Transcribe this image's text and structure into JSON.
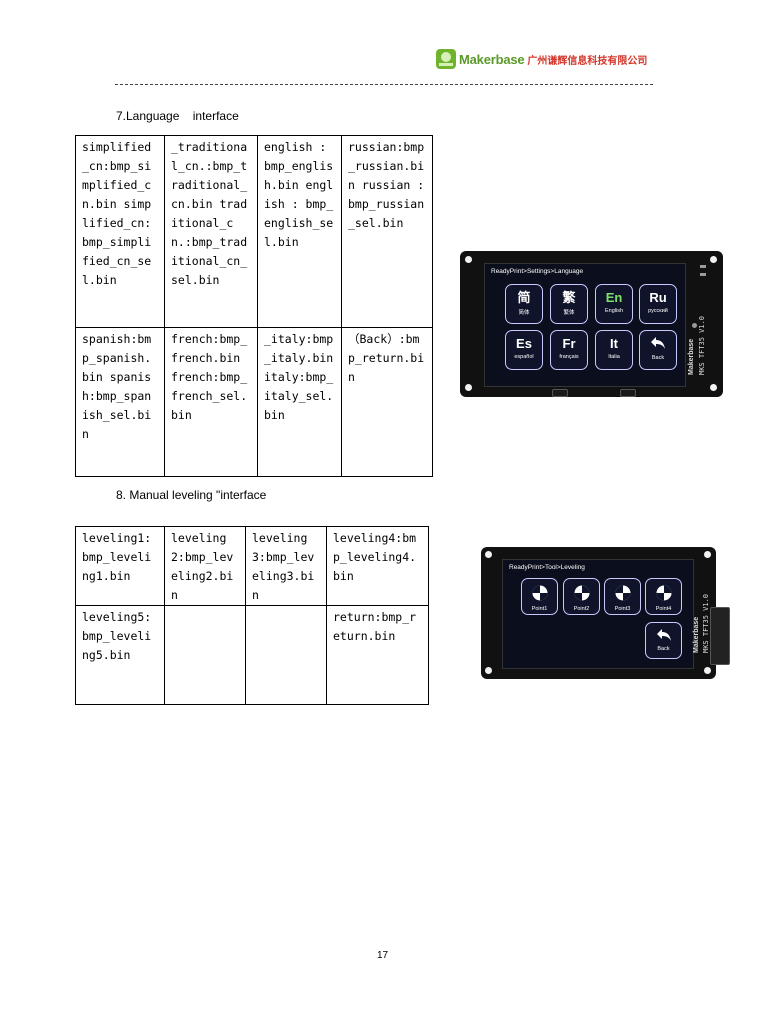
{
  "header": {
    "brand": "Makerbase",
    "company_cn": "广州谦辉信息科技有限公司"
  },
  "section7": {
    "heading": "7.Language    interface",
    "rows": [
      [
        "simplified_cn:bmp_simplified_cn.bin simplified_cn:bmp_simplified_cn_sel.bin",
        "_traditional_cn.:bmp_traditional_cn.bin traditional_cn.:bmp_traditional_cn_sel.bin",
        "english : bmp_english.bin english : bmp_english_sel.bin",
        "russian:bmp_russian.bin russian : bmp_russian_sel.bin"
      ],
      [
        "spanish:bmp_spanish.bin spanish:bmp_spanish_sel.bin",
        "french:bmp_french.bin french:bmp_french_sel.bin",
        "_italy:bmp_italy.bin italy:bmp_italy_sel.bin",
        "（Back）:bmp_return.bin"
      ]
    ],
    "screen": {
      "title": "ReadyPrint>Settings>Language",
      "tiles": [
        {
          "big": "简",
          "sub": "简体"
        },
        {
          "big": "繁",
          "sub": "繁体"
        },
        {
          "big": "En",
          "sub": "English"
        },
        {
          "big": "Ru",
          "sub": "русский"
        },
        {
          "big": "Es",
          "sub": "español"
        },
        {
          "big": "Fr",
          "sub": "français"
        },
        {
          "big": "It",
          "sub": "Italia"
        },
        {
          "big": "",
          "sub": "Back"
        }
      ],
      "brand": "Makerbase",
      "model": "MKS TFT35 V1.0"
    }
  },
  "section8": {
    "heading": "8. Manual leveling \"interface",
    "rows": [
      [
        "leveling1:bmp_leveling1.bin",
        "leveling2:bmp_leveling2.bin",
        "leveling3:bmp_leveling3.bin",
        "leveling4:bmp_leveling4.bin"
      ],
      [
        "leveling5:bmp_leveling5.bin",
        "",
        "",
        "return:bmp_return.bin"
      ]
    ],
    "screen": {
      "title": "ReadyPrint>Tool>Leveling",
      "tiles": [
        {
          "sub": "Point1"
        },
        {
          "sub": "Point2"
        },
        {
          "sub": "Point3"
        },
        {
          "sub": "Point4"
        },
        {
          "sub": "Back"
        }
      ],
      "brand": "Makerbase",
      "model": "MKS TFT35 V1.0"
    }
  },
  "footer": {
    "page_number": "17"
  },
  "colors": {
    "brand_green": "#5a9a2a",
    "brand_red": "#d2372b",
    "tile_border": "#c8c8ff",
    "lcd_bg": "#0b0e1c"
  }
}
